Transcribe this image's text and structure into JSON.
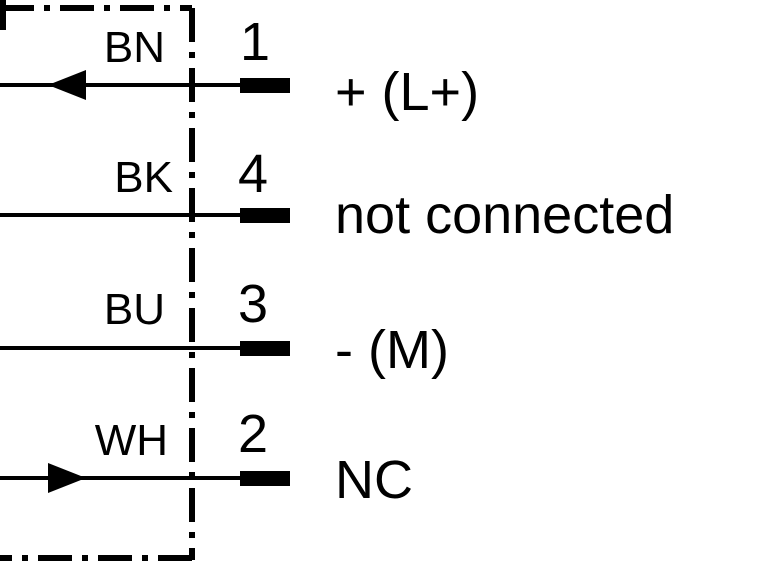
{
  "connections": [
    {
      "wire_color": "BN",
      "pin": "1",
      "signal": "+ (L+)",
      "arrow": "left"
    },
    {
      "wire_color": "BK",
      "pin": "4",
      "signal": "not connected",
      "arrow": "none"
    },
    {
      "wire_color": "BU",
      "pin": "3",
      "signal": "- (M)",
      "arrow": "none"
    },
    {
      "wire_color": "WH",
      "pin": "2",
      "signal": "NC",
      "arrow": "right"
    }
  ]
}
